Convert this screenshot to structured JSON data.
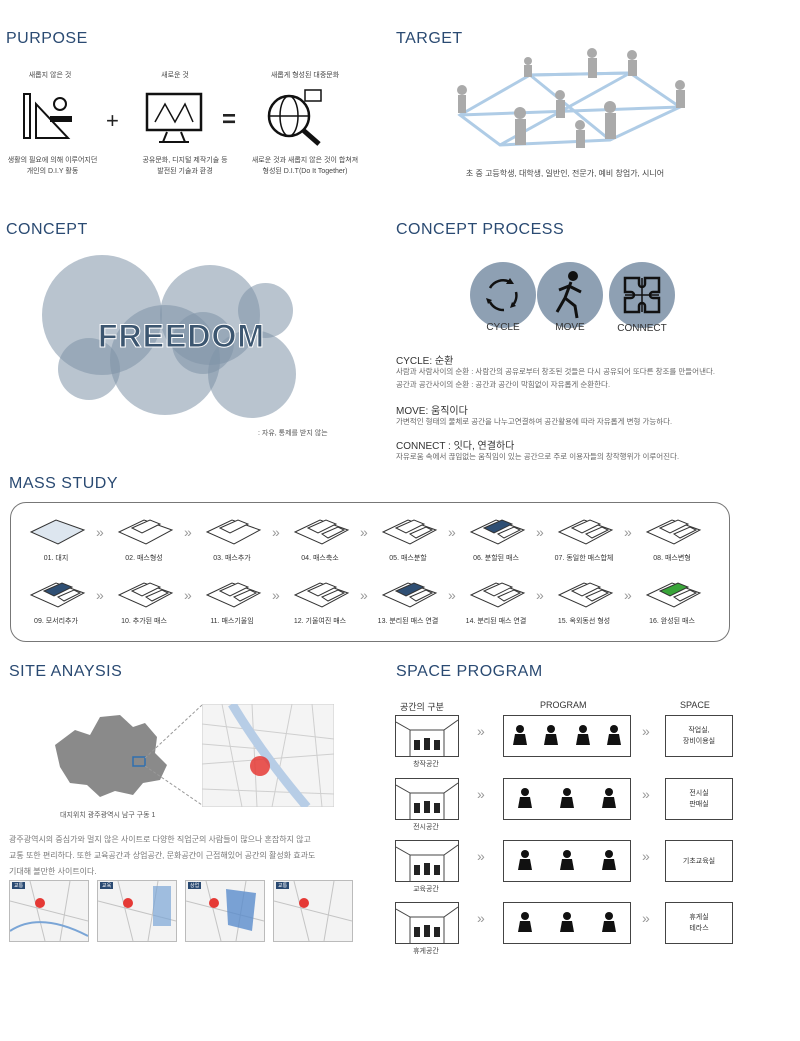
{
  "purpose": {
    "title": "PURPOSE",
    "items": [
      {
        "heading": "새롭지 않은 것",
        "desc1": "생활의 필요에 의해 이루어지던",
        "desc2": "개인의 D.I.Y 활동",
        "icon": "diy-tools-icon"
      },
      {
        "heading": "새로운 것",
        "desc1": "공유문화, 디지털 제작기술 등",
        "desc2": "발전된 기술과 환경",
        "icon": "digital-monitor-icon"
      },
      {
        "heading": "새롭게 형성된 대중문화",
        "desc1": "새로운 것과 새롭지 않은 것이 합쳐져",
        "desc2": "형성된 D.I.T(Do It Together)",
        "icon": "globe-people-icon"
      }
    ],
    "plus": "+",
    "equals": "="
  },
  "target": {
    "title": "TARGET",
    "caption": "초 중 고등학생, 대학생, 일반인, 전문가, 예비 창업가, 시니어"
  },
  "concept": {
    "title": "CONCEPT",
    "word": "FREEDOM",
    "note": ": 자유, 통제를 받지 않는"
  },
  "concept_process": {
    "title": "CONCEPT PROCESS",
    "icons": [
      {
        "label": "CYCLE",
        "icon": "cycle-arrows-icon"
      },
      {
        "label": "MOVE",
        "icon": "moving-person-icon"
      },
      {
        "label": "CONNECT",
        "icon": "puzzle-icon"
      }
    ],
    "cycle_head": "CYCLE: 순환",
    "cycle_l1": "사람과 사람사이의 순환 : 사람간의 공유로부터 창조된 것들은 다시 공유되어 또다른 창조를 만들어낸다.",
    "cycle_l2": "공간과 공간사이의 순환 : 공간과 공간이 막힘없이 자유롭게 순환한다.",
    "move_head": "MOVE: 움직이다",
    "move_l1": "가변적인 형태의 물체로 공간을 나누고연결하여 공간활용에 따라 자유롭게 변형 가능하다.",
    "connect_head": "CONNECT : 잇다, 연결하다",
    "connect_l1": "자유로움 속에서 끊임없는 움직임이 있는 공간으로 주로 이용자들의 창작행위가 이루어진다."
  },
  "mass_study": {
    "title": "MASS STUDY",
    "steps": [
      "01. 대지",
      "02. 매스형성",
      "03. 매스추가",
      "04. 매스축소",
      "05. 매스분할",
      "06. 분할된 매스",
      "07. 동일한 매스합체",
      "08. 매스변형",
      "09. 모서리추가",
      "10. 추가된 매스",
      "11. 매스기울임",
      "12. 기울여진 매스",
      "13. 분리된 매스 연결",
      "14. 분리된 매스 연결",
      "15. 옥외동선 형성",
      "16. 완성된 매스"
    ],
    "chevron": "»"
  },
  "site": {
    "title": "SITE ANAYSIS",
    "map_caption": "대지위치 광주광역시 남구 구동 1",
    "desc1": "광주광역시의 중심가와 멀지 않은 사이트로 다양한 직업군의 사람들이 많으나 혼잡하지 않고",
    "desc2": "교통 또한 편리하다. 또한 교육공간과 상업공간, 문화공간이 근접해있어 공간의 활성화 효과도",
    "desc3": "기대해 볼만한 사이트이다.",
    "small_tags": [
      "교통",
      "교육",
      "상업",
      "교통"
    ]
  },
  "space_program": {
    "title": "SPACE PROGRAM",
    "col_headers": [
      "공간의 구분",
      "PROGRAM",
      "SPACE"
    ],
    "rows": [
      {
        "category": "창작공간",
        "space1": "작업실,",
        "space2": "장비이용실"
      },
      {
        "category": "전시공간",
        "space1": "전시실",
        "space2": "판매실"
      },
      {
        "category": "교육공간",
        "space1": "기초교육실",
        "space2": ""
      },
      {
        "category": "휴게공간",
        "space1": "휴게실",
        "space2": "테라스"
      }
    ],
    "chevron": "»"
  },
  "colors": {
    "accent": "#2a4a72",
    "bubble": "#7f94a8",
    "site_mark": "#e53935",
    "green_mass": "#3aa53a",
    "blue_mass": "#2f4f74"
  }
}
